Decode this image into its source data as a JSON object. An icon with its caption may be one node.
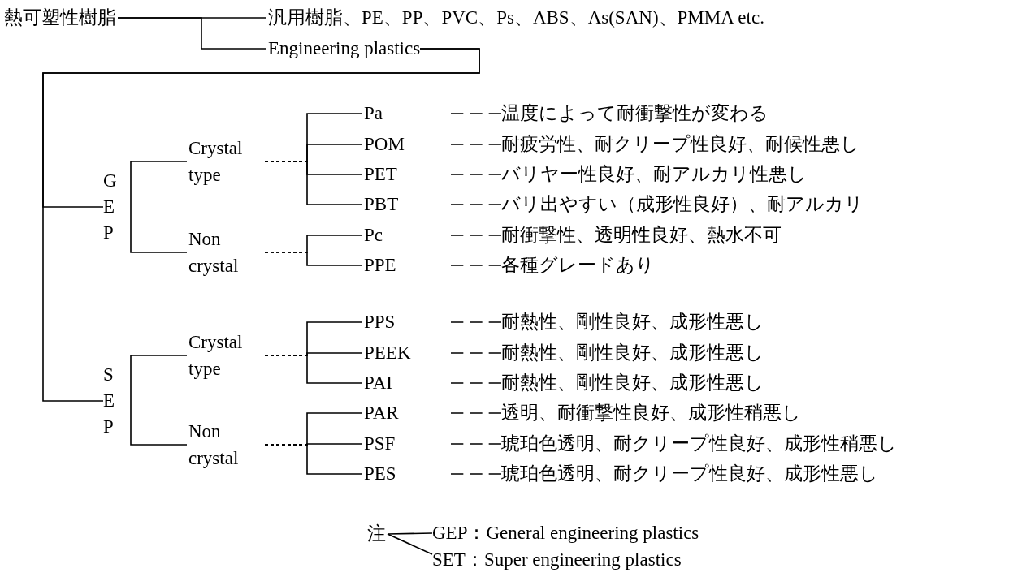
{
  "diagram": {
    "nodes": [
      {
        "text": [
          "熱可塑性樹脂"
        ]
      },
      {
        "text": [
          "汎用樹脂、PE、PP、PVC、Ps、ABS、As(SAN)、PMMA etc."
        ]
      },
      {
        "text": [
          "Engineering plastics"
        ]
      },
      {
        "text": [
          "GEP"
        ]
      },
      {
        "text": [
          "Crystal type"
        ]
      },
      {
        "text": [
          "Pa"
        ]
      },
      {
        "text": [
          "温度によって耐衝撃性が変わる"
        ]
      },
      {
        "text": [
          "POM"
        ]
      },
      {
        "text": [
          "耐疲労性、耐クリープ性良好、耐候性悪し"
        ]
      },
      {
        "text": [
          "PET"
        ]
      },
      {
        "text": [
          "バリヤー性良好、耐アルカリ性悪し"
        ]
      },
      {
        "text": [
          "PBT"
        ]
      },
      {
        "text": [
          "バリ出やすい（成形性良好）、耐アルカリ"
        ]
      },
      {
        "text": [
          "Non crystal"
        ]
      },
      {
        "text": [
          "Pc"
        ]
      },
      {
        "text": [
          "耐衝撃性、透明性良好、熱水不可"
        ]
      },
      {
        "text": [
          "PPE"
        ]
      },
      {
        "text": [
          "各種グレードあり"
        ]
      },
      {
        "text": [
          "SEP"
        ]
      },
      {
        "text": [
          "Crystal type"
        ]
      },
      {
        "text": [
          "PPS"
        ]
      },
      {
        "text": [
          "耐熱性、剛性良好、成形性悪し"
        ]
      },
      {
        "text": [
          "PEEK"
        ]
      },
      {
        "text": [
          "耐熱性、剛性良好、成形性悪し"
        ]
      },
      {
        "text": [
          "PAI"
        ]
      },
      {
        "text": [
          "耐熱性、剛性良好、成形性悪し"
        ]
      },
      {
        "text": [
          "Non crystal"
        ]
      },
      {
        "text": [
          "PAR"
        ]
      },
      {
        "text": [
          "透明、耐衝撃性良好、成形性稍悪し"
        ]
      },
      {
        "text": [
          "PSF"
        ]
      },
      {
        "text": [
          "琥珀色透明、耐クリープ性良好、成形性稍悪し"
        ]
      },
      {
        "text": [
          "PES"
        ]
      },
      {
        "text": [
          "琥珀色透明、耐クリープ性良好、成形性悪し"
        ]
      },
      {
        "text": [
          "注"
        ]
      },
      {
        "text": [
          "GEP：General engineering plastics"
        ]
      },
      {
        "text": [
          "SET：Super engineering plastics"
        ]
      }
    ],
    "edges": [
      {
        "from": 0,
        "to": 1,
        "arrow": "none"
      },
      {
        "from": 0,
        "to": 2,
        "arrow": "none"
      },
      {
        "from": 2,
        "to": 3,
        "arrow": "none"
      },
      {
        "from": 2,
        "to": 18,
        "arrow": "none"
      },
      {
        "from": 3,
        "to": 4,
        "arrow": "none"
      },
      {
        "from": 3,
        "to": 13,
        "arrow": "none"
      },
      {
        "from": 4,
        "to": 5,
        "arrow": "none",
        "style": "dashed"
      },
      {
        "from": 4,
        "to": 7,
        "arrow": "none",
        "style": "dashed"
      },
      {
        "from": 4,
        "to": 9,
        "arrow": "none",
        "style": "dashed"
      },
      {
        "from": 4,
        "to": 11,
        "arrow": "none",
        "style": "dashed"
      },
      {
        "from": 13,
        "to": 14,
        "arrow": "none",
        "style": "dashed"
      },
      {
        "from": 13,
        "to": 16,
        "arrow": "none",
        "style": "dashed"
      },
      {
        "from": 18,
        "to": 19,
        "arrow": "none"
      },
      {
        "from": 18,
        "to": 26,
        "arrow": "none"
      },
      {
        "from": 19,
        "to": 20,
        "arrow": "none",
        "style": "dashed"
      },
      {
        "from": 19,
        "to": 22,
        "arrow": "none",
        "style": "dashed"
      },
      {
        "from": 19,
        "to": 24,
        "arrow": "none",
        "style": "dashed"
      },
      {
        "from": 26,
        "to": 27,
        "arrow": "none",
        "style": "dashed"
      },
      {
        "from": 26,
        "to": 29,
        "arrow": "none",
        "style": "dashed"
      },
      {
        "from": 26,
        "to": 31,
        "arrow": "none",
        "style": "dashed"
      },
      {
        "from": 5,
        "to": 6,
        "arrow": "none",
        "style": "dashed"
      },
      {
        "from": 7,
        "to": 8,
        "arrow": "none",
        "style": "dashed"
      },
      {
        "from": 9,
        "to": 10,
        "arrow": "none",
        "style": "dashed"
      },
      {
        "from": 11,
        "to": 12,
        "arrow": "none",
        "style": "dashed"
      },
      {
        "from": 14,
        "to": 15,
        "arrow": "none",
        "style": "dashed"
      },
      {
        "from": 16,
        "to": 17,
        "arrow": "none",
        "style": "dashed"
      },
      {
        "from": 20,
        "to": 21,
        "arrow": "none",
        "style": "dashed"
      },
      {
        "from": 22,
        "to": 23,
        "arrow": "none",
        "style": "dashed"
      },
      {
        "from": 24,
        "to": 25,
        "arrow": "none",
        "style": "dashed"
      },
      {
        "from": 27,
        "to": 28,
        "arrow": "none",
        "style": "dashed"
      },
      {
        "from": 29,
        "to": 30,
        "arrow": "none",
        "style": "dashed"
      },
      {
        "from": 31,
        "to": 32,
        "arrow": "none",
        "style": "dashed"
      },
      {
        "from": 33,
        "to": 34,
        "arrow": "none"
      },
      {
        "from": 33,
        "to": 35,
        "arrow": "none"
      }
    ]
  }
}
